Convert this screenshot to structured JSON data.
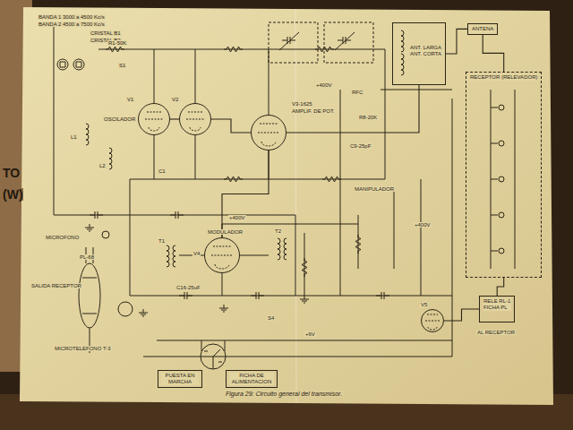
{
  "diagram": {
    "caption": "Figura 29: Circuito general del transmisor.",
    "nodes": [
      {
        "text": [
          "V1",
          "OSCILADOR"
        ]
      },
      {
        "text": [
          "V2"
        ]
      },
      {
        "text": [
          "V3-1625",
          "AMPLIF. DE POT."
        ]
      },
      {
        "text": [
          "V4",
          "MODULADOR"
        ]
      },
      {
        "text": [
          "ANT. LARGA",
          "ANT. CORTA"
        ]
      },
      {
        "text": [
          "ANTENA"
        ]
      },
      {
        "text": [
          "RECEPTOR (RELEVADOR)"
        ]
      },
      {
        "text": [
          "RELE RL-1",
          "FICHA PL"
        ]
      },
      {
        "text": [
          "V5"
        ]
      },
      {
        "text": [
          "PUESTA EN MARCHA"
        ]
      },
      {
        "text": [
          "FICHA DE ALIMENTACION"
        ]
      }
    ],
    "edges": [
      {
        "from": 0,
        "to": 1,
        "arrow": "none"
      },
      {
        "from": 1,
        "to": 2,
        "arrow": "none"
      },
      {
        "from": 3,
        "to": 2,
        "arrow": "none"
      },
      {
        "from": 2,
        "to": 4,
        "arrow": "none"
      },
      {
        "from": 4,
        "to": 5,
        "arrow": "none"
      },
      {
        "from": 5,
        "to": 6,
        "arrow": "none"
      },
      {
        "from": 6,
        "to": 7,
        "arrow": "none"
      },
      {
        "from": 8,
        "to": 7,
        "arrow": "none"
      }
    ],
    "labels": [
      "BANDA 1 3000 a 4500 Kc/s",
      "BANDA 2 4500 a 7500 Kc/s",
      "CRISTAL B1",
      "CRISTAL B2",
      "S1",
      "R1-50K",
      "L1",
      "L2",
      "C1",
      "+400V",
      "RFC",
      "R8-20K",
      "C9-25pF",
      "MANIPULADOR",
      "+400V",
      "T1",
      "C16-25uF",
      "T2",
      "MICROFONO",
      "PL-68",
      "SALIDA RECEPTOR",
      "MICROTELEFONO T-3",
      "S4",
      "+6V",
      "+400V",
      "AL RECEPTOR",
      "TO",
      "(W)"
    ]
  }
}
